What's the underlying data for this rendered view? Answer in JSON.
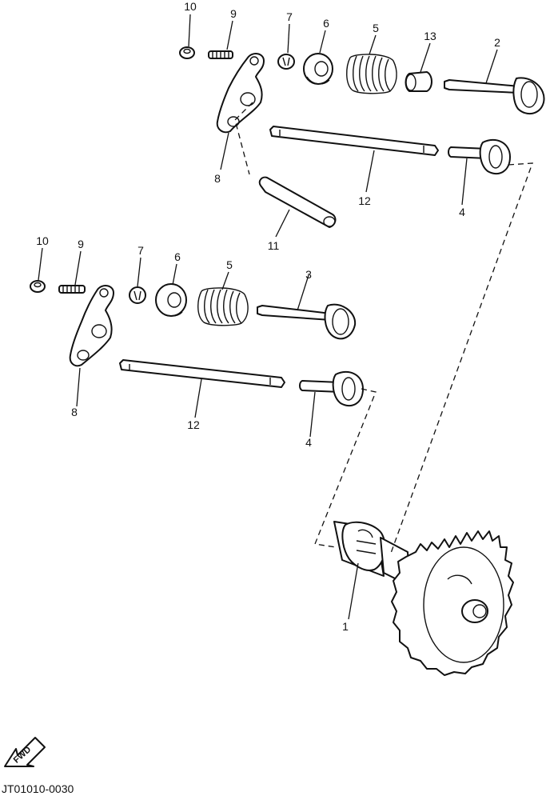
{
  "diagram": {
    "reference_code": "JT01010-0030",
    "direction_arrow": "FWD",
    "callouts": {
      "camshaft": "1",
      "exhaust_valve": "2",
      "intake_valve": "3",
      "valve_guide": "4",
      "valve_spring": "5",
      "spring_retainer": "6",
      "valve_cotter": "7",
      "rocker_arm": "8",
      "adjusting_screw": "9",
      "lock_nut": "10",
      "rocker_shaft": "11",
      "push_rod": "12",
      "spring_seat": "13"
    }
  }
}
